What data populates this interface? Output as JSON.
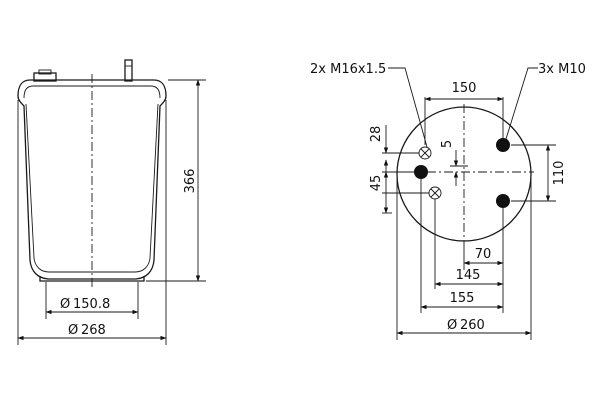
{
  "colors": {
    "line": "#1a1a1a",
    "background": "#ffffff"
  },
  "side_view": {
    "height_label": "366",
    "inner_diameter_label": "150.8",
    "outer_diameter_label": "268",
    "diameter_symbol": "Ø"
  },
  "top_view": {
    "thread_callout": "2x M16x1.5",
    "bolt_callout": "3x M10",
    "dims": {
      "width_150": "150",
      "height_110": "110",
      "dim_28": "28",
      "dim_5": "5",
      "dim_45": "45",
      "dim_70": "70",
      "dim_145": "145",
      "dim_155": "155",
      "diameter_260": "260"
    }
  }
}
